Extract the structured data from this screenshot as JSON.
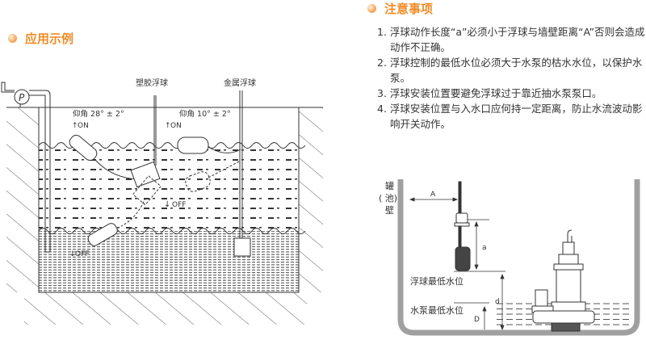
{
  "application": {
    "title": "应用示例",
    "labels": {
      "plastic_float": "塑胶浮球",
      "metal_float": "金属浮球",
      "angle_plastic": "仰角 28° ± 2°",
      "angle_metal": "仰角 10° ± 2°",
      "on": "ON",
      "off": "OFF",
      "pump": "P"
    }
  },
  "notes": {
    "title": "注意事项",
    "items": [
      "1. 浮球动作长度“a”必须小于浮球与墙壁距离“A”否则会造成动作不正确。",
      "2. 浮球控制的最低水位必须大于水泵的枯水水位，以保护水泵。",
      "3. 浮球安装位置要避免浮球过于靠近抽水泵泵口。",
      "4. 浮球安装位置与入水口应何持一定距离，防止水流波动影响开关动作。"
    ]
  },
  "install_diagram": {
    "wall_label_1": "罐",
    "wall_label_2": "( 池)",
    "wall_label_3": "壁",
    "A": "A",
    "a": "a",
    "d": "d",
    "D": "D",
    "float_min_level": "浮球最低水位",
    "pump_min_level": "水泵最低水位"
  }
}
